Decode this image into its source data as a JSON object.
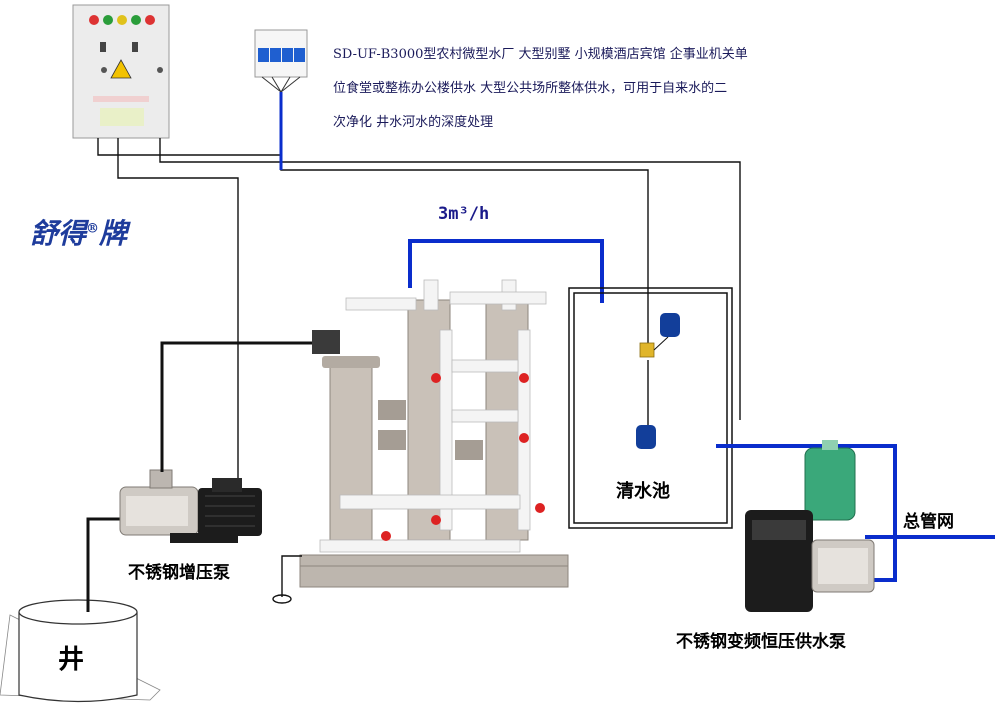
{
  "description": {
    "line1": "SD-UF-B3000型农村微型水厂 大型别墅 小规模酒店宾馆 企事业机关单",
    "line2": "位食堂或整栋办公楼供水 大型公共场所整体供水，可用于自来水的二",
    "line3": "次净化 井水河水的深度处理"
  },
  "brand": {
    "name": "舒得",
    "mark": "®",
    "suffix": "牌"
  },
  "flow_rate": "3m³/h",
  "labels": {
    "clear_tank": "清水池",
    "booster_pump": "不锈钢增压泵",
    "well": "井",
    "main_network": "总管网",
    "vfd_pump": "不锈钢变频恒压供水泵"
  },
  "colors": {
    "water_pipe": "#0a2dcc",
    "wire": "#111111",
    "cabinet": "#ededed",
    "steel": "#c8c2bc",
    "pvc": "#f4f4f4",
    "tank_green": "#3aa87a"
  }
}
